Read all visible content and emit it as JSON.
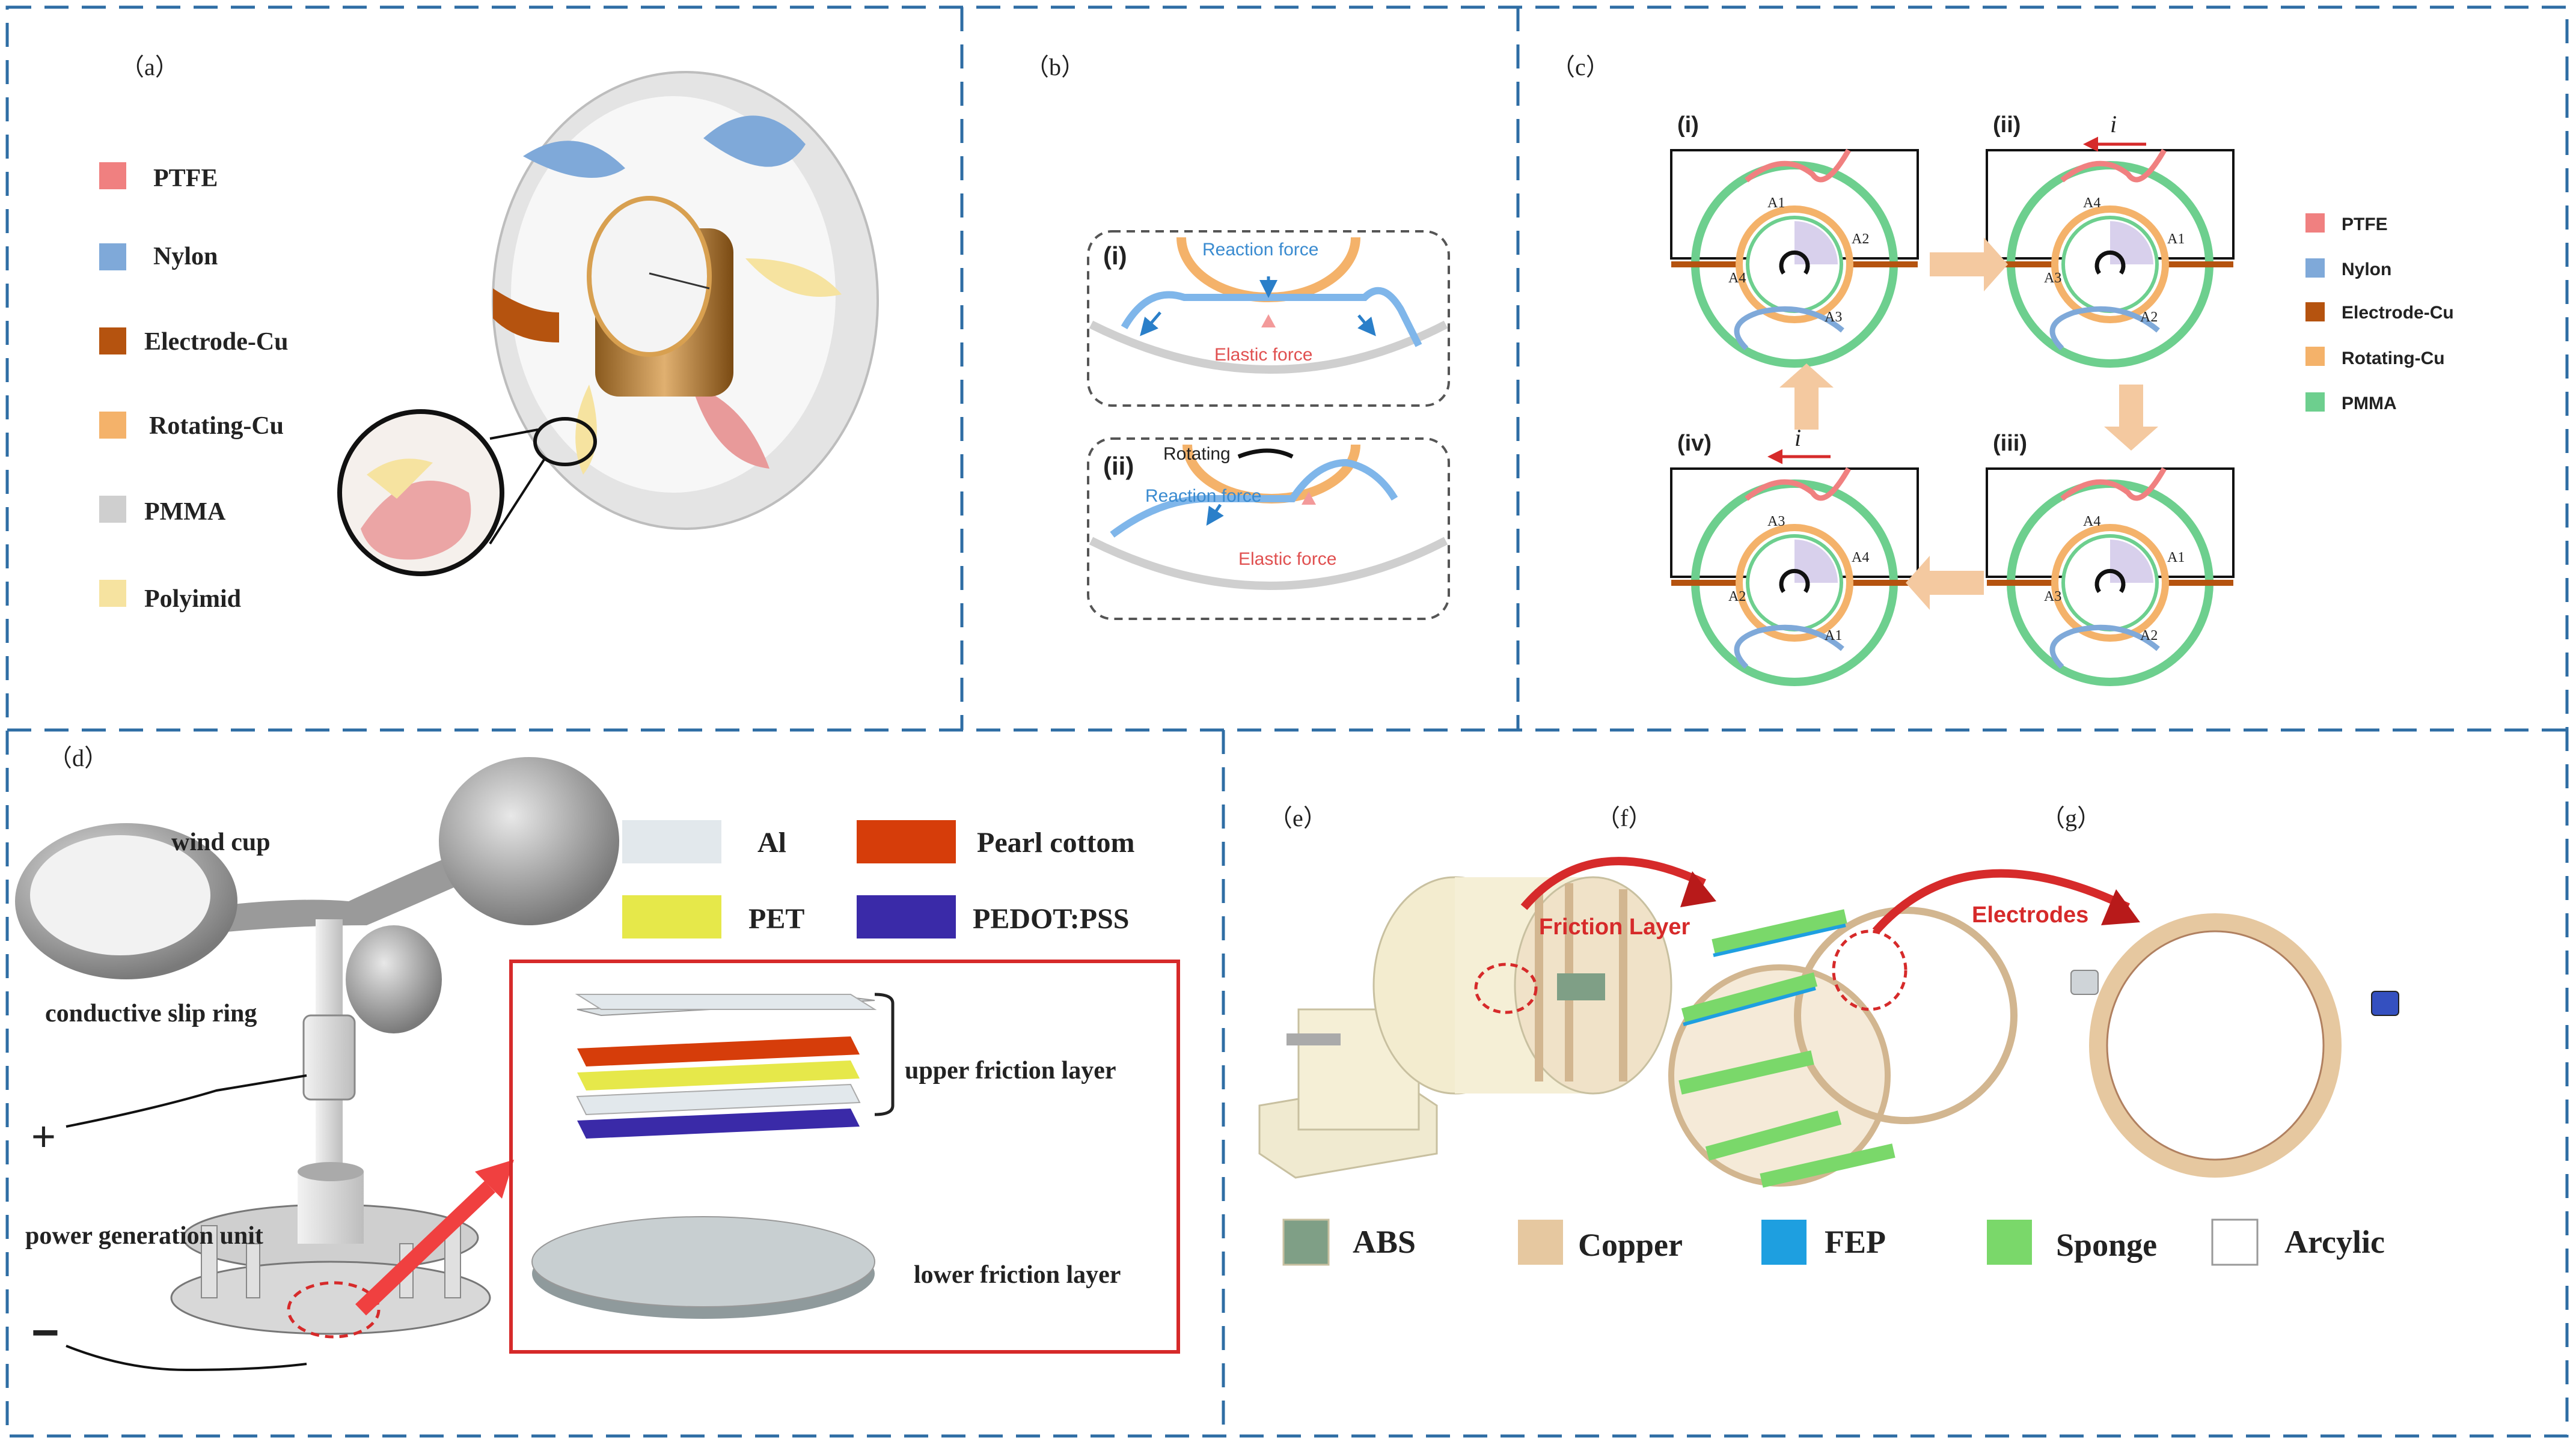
{
  "colors": {
    "border": "#2e6da4",
    "ptfe": "#f08080",
    "nylon": "#7fa9d9",
    "electrode_cu": "#b5530f",
    "rotating_cu": "#f4b26a",
    "pmma": "#cfcfcf",
    "pmma_c": "#6dcf8e",
    "polyimid": "#f6e3a0",
    "al": "#e2e8ec",
    "pearl": "#d63d0a",
    "pet": "#e6e84a",
    "pedot": "#3a2aa8",
    "frame_red": "#d62a2a",
    "abs": "#7f9f86",
    "copper": "#e6c8a0",
    "fep": "#1e9fe0",
    "sponge": "#7ad86a"
  },
  "panel_a": {
    "label": "（a）",
    "legend": [
      "PTFE",
      "Nylon",
      "Electrode-Cu",
      "Rotating-Cu",
      "PMMA",
      "Polyimid"
    ]
  },
  "panel_b": {
    "label": "（b）",
    "i_tag": "(i)",
    "ii_tag": "(ii)",
    "reaction_force": "Reaction force",
    "elastic_force": "Elastic force",
    "rotating": "Rotating"
  },
  "panel_c": {
    "label": "（c）",
    "states": [
      "(i)",
      "(ii)",
      "(iii)",
      "(iv)"
    ],
    "current": "i",
    "legend": [
      "PTFE",
      "Nylon",
      "Electrode-Cu",
      "Rotating-Cu",
      "PMMA"
    ],
    "area_labels": {
      "s1": [
        "A1",
        "A2",
        "A3",
        "A4"
      ],
      "s2": [
        "A4",
        "A1",
        "A2",
        "A3"
      ],
      "s3": [
        "A4",
        "A1",
        "A2",
        "A3"
      ],
      "s4": [
        "A3",
        "A4",
        "A1",
        "A2"
      ]
    }
  },
  "panel_d": {
    "label": "（d）",
    "wind_cup": "wind cup",
    "slip_ring": "conductive slip ring",
    "power_unit": "power generation unit",
    "plus": "+",
    "minus": "−",
    "legend": [
      "Al",
      "Pearl cottom",
      "PET",
      "PEDOT:PSS"
    ],
    "upper_layer": "upper friction layer",
    "lower_layer": "lower friction layer"
  },
  "panel_efg": {
    "label_e": "（e）",
    "label_f": "（f）",
    "label_g": "（g）",
    "friction_layer": "Friction Layer",
    "electrodes": "Electrodes",
    "legend": [
      "ABS",
      "Copper",
      "FEP",
      "Sponge",
      "Arcylic"
    ]
  }
}
